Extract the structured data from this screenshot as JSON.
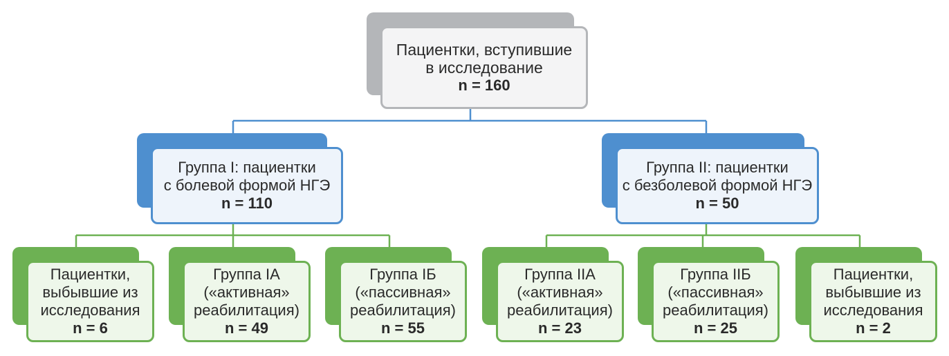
{
  "colors": {
    "root_border": "#b4b6b9",
    "group_border": "#4e8fcf",
    "leaf_border": "#6db153"
  },
  "root": {
    "lines": [
      "Пациентки, вступившие",
      "в исследование"
    ],
    "count": "n = 160"
  },
  "groups": [
    {
      "lines": [
        "Группа I: пациентки",
        "с болевой формой НГЭ"
      ],
      "count": "n = 110",
      "children": [
        {
          "lines": [
            "Пациентки,",
            "выбывшие из",
            "исследования"
          ],
          "count": "n = 6"
        },
        {
          "lines": [
            "Группа IА",
            "(«активная»",
            "реабилитация)"
          ],
          "count": "n = 49"
        },
        {
          "lines": [
            "Группа IБ",
            "(«пассивная»",
            "реабилитация)"
          ],
          "count": "n = 55"
        }
      ]
    },
    {
      "lines": [
        "Группа II: пациентки",
        "с безболевой формой НГЭ"
      ],
      "count": "n = 50",
      "children": [
        {
          "lines": [
            "Группа IIА",
            "(«активная»",
            "реабилитация)"
          ],
          "count": "n = 23"
        },
        {
          "lines": [
            "Группа IIБ",
            "(«пассивная»",
            "реабилитация)"
          ],
          "count": "n = 25"
        },
        {
          "lines": [
            "Пациентки,",
            "выбывшие из",
            "исследования"
          ],
          "count": "n = 2"
        }
      ]
    }
  ]
}
